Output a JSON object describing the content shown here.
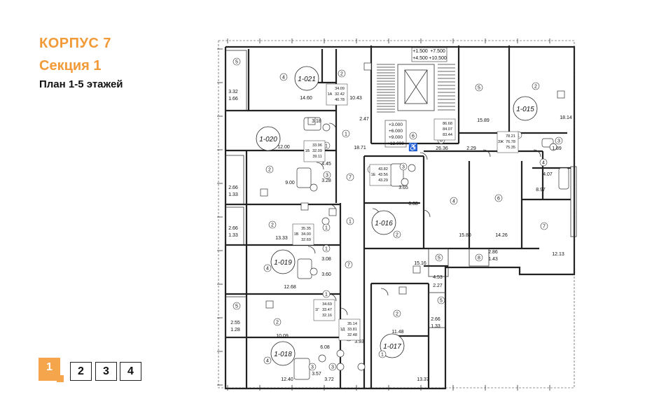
{
  "header": {
    "building": "КОРПУС 7",
    "section": "Секция 1",
    "floor_plan": "План 1-5 этажей"
  },
  "sections": [
    {
      "label": "1",
      "active": true
    },
    {
      "label": "2",
      "active": false
    },
    {
      "label": "3",
      "active": false
    },
    {
      "label": "4",
      "active": false
    }
  ],
  "colors": {
    "accent": "#f29a38",
    "active_tab": "#f5a54b",
    "lines": "#222222"
  },
  "plan": {
    "apartments": [
      {
        "id": "1-021"
      },
      {
        "id": "1-020"
      },
      {
        "id": "1-019"
      },
      {
        "id": "1-018"
      },
      {
        "id": "1-016"
      },
      {
        "id": "1-017"
      },
      {
        "id": "1-015"
      }
    ],
    "area_labels": [
      "14.60",
      "10.43",
      "3.18",
      "2.47",
      "12.00",
      "18.71",
      "4.45",
      "9.00",
      "3.28",
      "13.33",
      "3.08",
      "3.60",
      "12.68",
      "10.09",
      "6.08",
      "12.40",
      "3.57",
      "3.72",
      "3.93",
      "13.37",
      "11.48",
      "15.16",
      "6.68",
      "3.65",
      "15.80",
      "14.26",
      "12.13",
      "15.89",
      "2.29",
      "26.36",
      "18.14",
      "1.89",
      "4.07",
      "8.97",
      "4.53",
      "2.27",
      "2.66",
      "1.33",
      "2.86",
      "1.43",
      "3.32",
      "1.66",
      "2.66",
      "1.33",
      "2.66",
      "1.33",
      "2.55",
      "1.28"
    ],
    "room_numbers": [
      "1",
      "2",
      "3",
      "4",
      "5",
      "6",
      "7",
      "8"
    ],
    "elevations": {
      "top": [
        "+1.500",
        "+7.500",
        "+4.500",
        "+10.500"
      ],
      "stair": [
        "+3.000",
        "+6.000",
        "+9.000",
        "+12.000"
      ]
    },
    "apt_summaries": [
      [
        "1А",
        "34.09",
        "32.42",
        "40.78"
      ],
      [
        "1Б",
        "33.96",
        "32.09",
        "39.11"
      ],
      [
        "1В",
        "35.35",
        "34.00",
        "32.69"
      ],
      [
        "1Г",
        "34.69",
        "33.47",
        "32.16"
      ],
      [
        "1Д",
        "35.14",
        "33.81",
        "32.48"
      ],
      [
        "1Е",
        "43.82",
        "43.56",
        "43.29"
      ],
      [
        "3Ж",
        "78.21",
        "76.78",
        "75.35"
      ],
      [
        "",
        "86.68",
        "84.07",
        "83.44"
      ]
    ]
  }
}
